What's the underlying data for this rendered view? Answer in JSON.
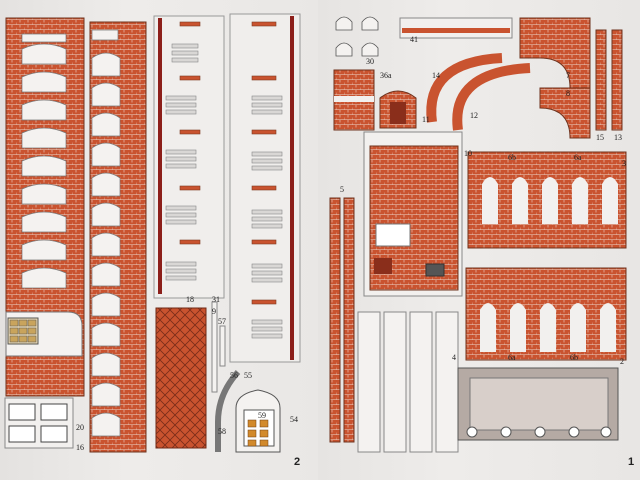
{
  "labels": {
    "l2": "2",
    "l9": "9",
    "l16": "16",
    "l18": "18",
    "l20": "20",
    "l31": "31",
    "l54": "54",
    "l55": "55",
    "l56": "56",
    "l57": "57",
    "l58": "58",
    "l59": "59",
    "r1": "1",
    "r2": "2",
    "r3": "3",
    "r4": "4",
    "r5": "5",
    "r6a_top": "6a",
    "r6b_top": "6b",
    "r6a_bot": "6a",
    "r6b_bot": "6b",
    "r7": "7",
    "r8": "8",
    "r10": "10",
    "r11": "11",
    "r12": "12",
    "r13": "13",
    "r14": "14",
    "r15": "15",
    "r30": "30",
    "r36a": "36a",
    "r41": "41"
  },
  "colors": {
    "brick": "#c9532f",
    "mortar": "#f0dcd2",
    "paper": "#eeecea",
    "dark_strip": "#8c1f1a",
    "table": "#3b2a1e"
  }
}
